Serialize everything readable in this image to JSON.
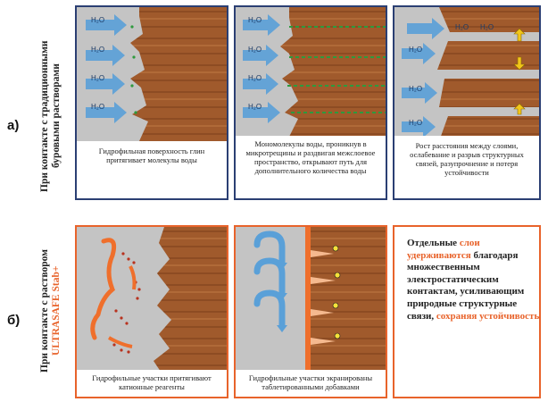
{
  "rows": [
    {
      "letter": "а)",
      "side_label": "При контакте с традиционными буровыми растворами",
      "panels": [
        {
          "caption": "Гидрофильная поверхность глин притягивает молекулы воды"
        },
        {
          "caption": "Мономолекулы воды, проникнув в микротрещины и раздвигая межслоевое пространство, открывают путь для дополнительного количества воды"
        },
        {
          "caption": "Рост расстояния между слоями, ослабевание и разрыв структурных связей, разупрочнение и потеря устойчивости"
        }
      ]
    },
    {
      "letter": "б)",
      "side_label_prefix": "При контакте с раствором",
      "side_label_brand": "ULTRASAFE Stab+",
      "panels": [
        {
          "caption": "Гидрофильные участки притягивают катионные реагенты"
        },
        {
          "caption": "Гидрофильные участки экранированы таблетированными добавками"
        },
        {
          "text_parts": [
            {
              "text": "Отдельные ",
              "hl": false
            },
            {
              "text": "слои удерживаются",
              "hl": true
            },
            {
              "text": " благодаря множественным электростатическим контактам, усиливающим природные структурные связи, ",
              "hl": false
            },
            {
              "text": "сохраняя устойчивость",
              "hl": true
            }
          ]
        }
      ]
    }
  ],
  "h2o_label": "H₂O",
  "colors": {
    "blue_border": "#2b3f73",
    "orange_border": "#e8632b",
    "wood": "#a05a2c",
    "water_arrow": "#5aa0d8"
  }
}
